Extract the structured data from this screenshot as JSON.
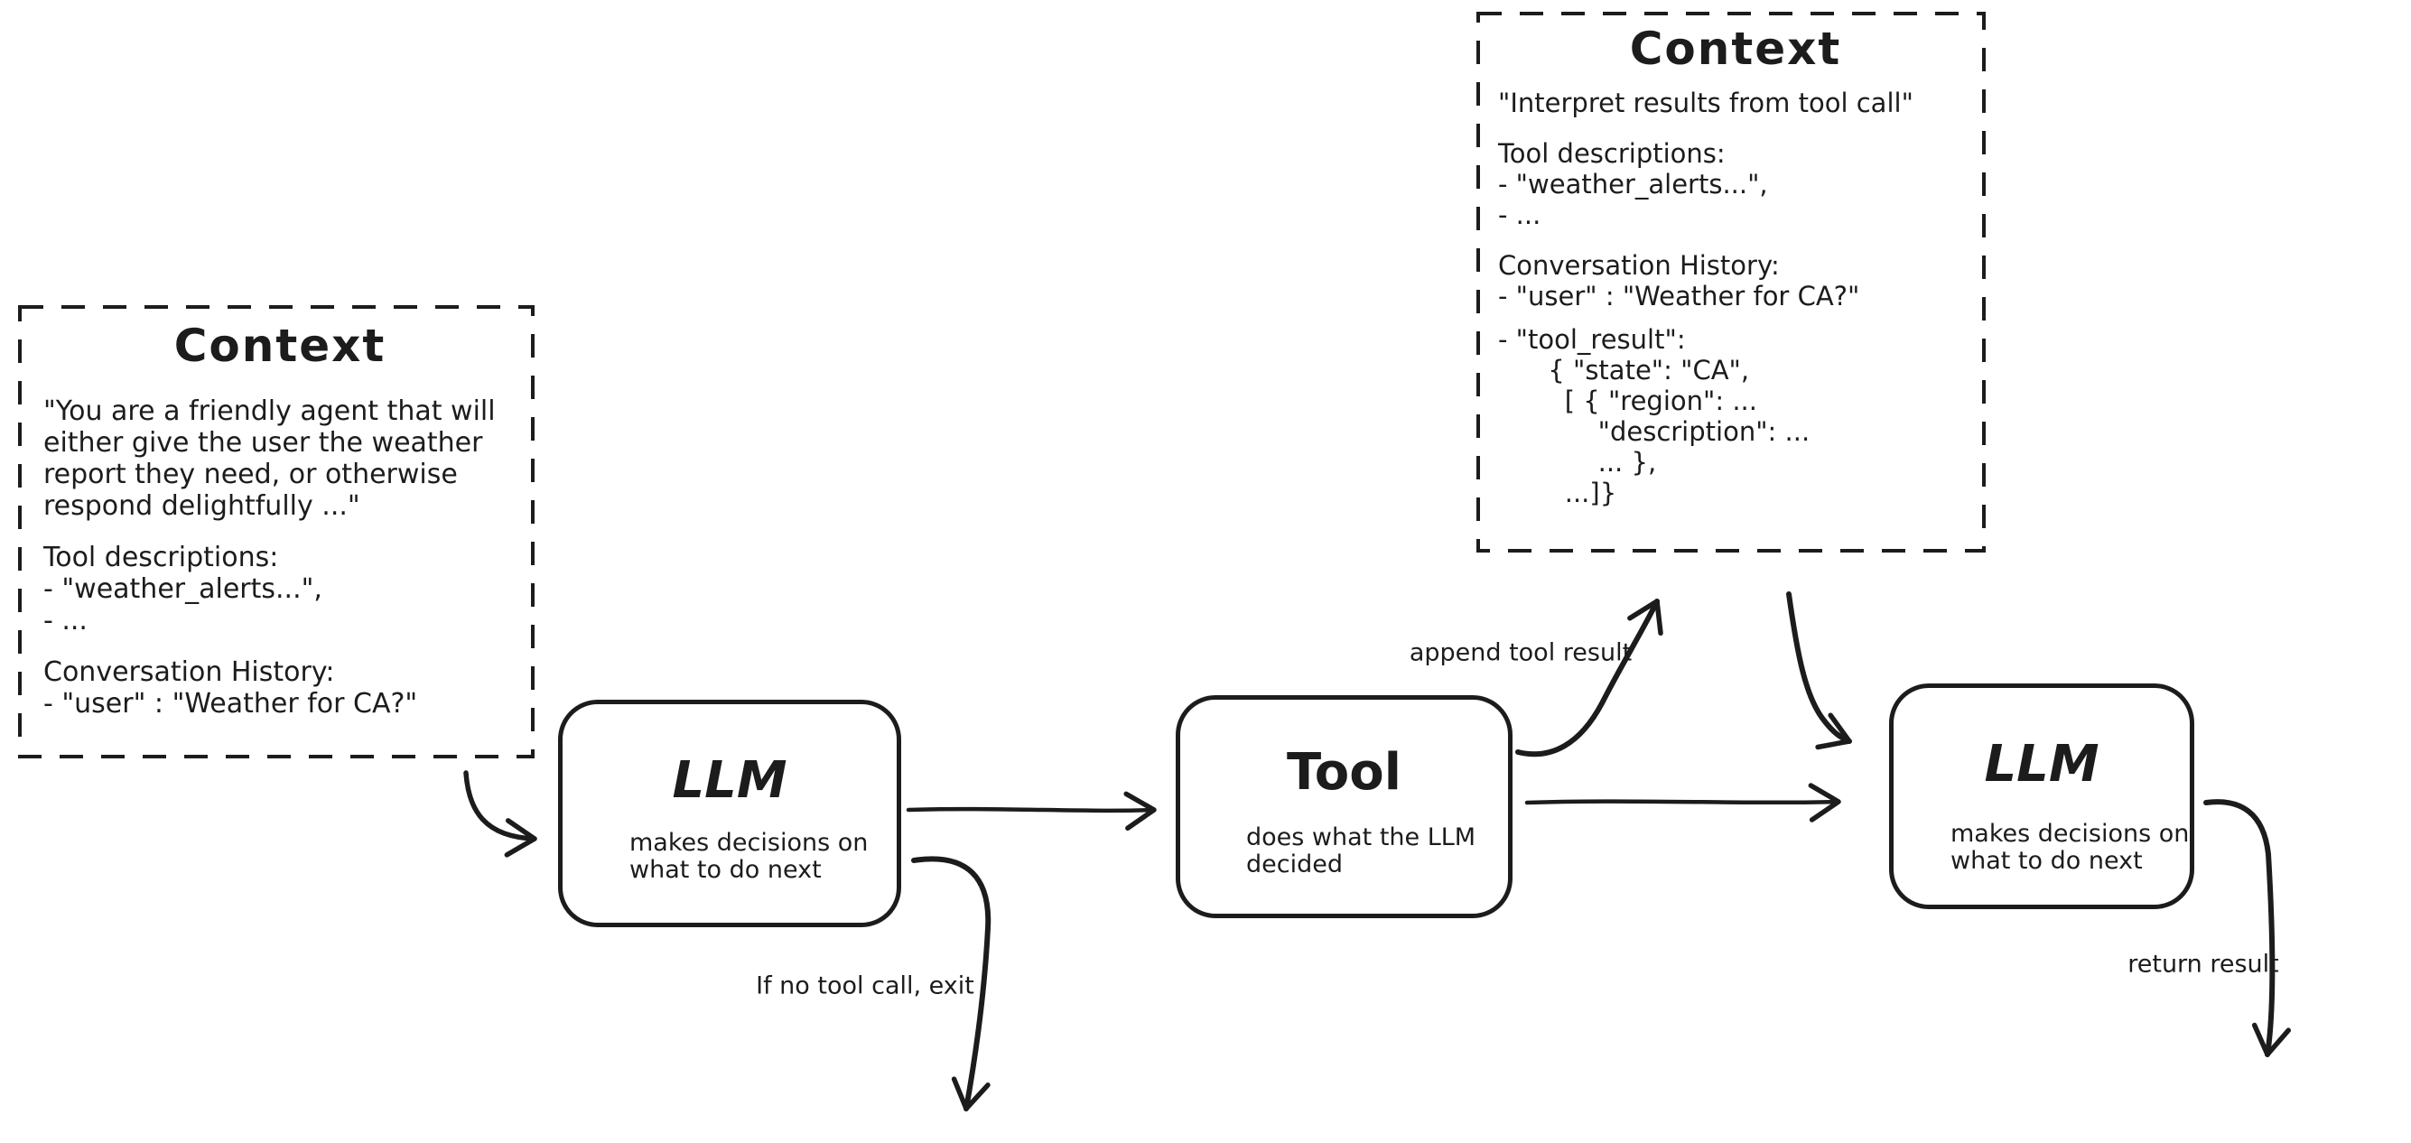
{
  "colors": {
    "ink": "#1c1c1c",
    "background": "#ffffff"
  },
  "context_box_1": {
    "title": "Context",
    "system_prompt_lines": [
      "\"You are a friendly agent that will",
      "either give the user the weather",
      "report they need, or otherwise",
      "respond delightfully ...\""
    ],
    "tool_descriptions_lines": [
      "Tool descriptions:",
      "- \"weather_alerts...\",",
      "- ..."
    ],
    "conversation_history_lines": [
      "Conversation History:",
      "- \"user\" : \"Weather for CA?\""
    ]
  },
  "context_box_2": {
    "title": "Context",
    "instruction_line": "\"Interpret results from tool call\"",
    "tool_descriptions_lines": [
      "Tool descriptions:",
      "- \"weather_alerts...\",",
      "- ..."
    ],
    "conversation_history_lines": [
      "Conversation History:",
      "- \"user\" : \"Weather for CA?\""
    ],
    "tool_result_lines": [
      "- \"tool_result\":",
      "      { \"state\": \"CA\",",
      "        [ { \"region\": ...",
      "            \"description\": ...",
      "            ... },",
      "        ...]}"
    ]
  },
  "llm_box_1": {
    "title": "LLM",
    "subtitle_lines": [
      "makes decisions on",
      "what to do next"
    ]
  },
  "tool_box": {
    "title": "Tool",
    "subtitle_lines": [
      "does what the LLM",
      "decided"
    ]
  },
  "llm_box_2": {
    "title": "LLM",
    "subtitle_lines": [
      "makes decisions on",
      "what to do next"
    ]
  },
  "edge_labels": {
    "append_tool_result": "append tool result",
    "if_no_tool_call_exit": "If no tool call, exit",
    "return_result": "return result"
  }
}
